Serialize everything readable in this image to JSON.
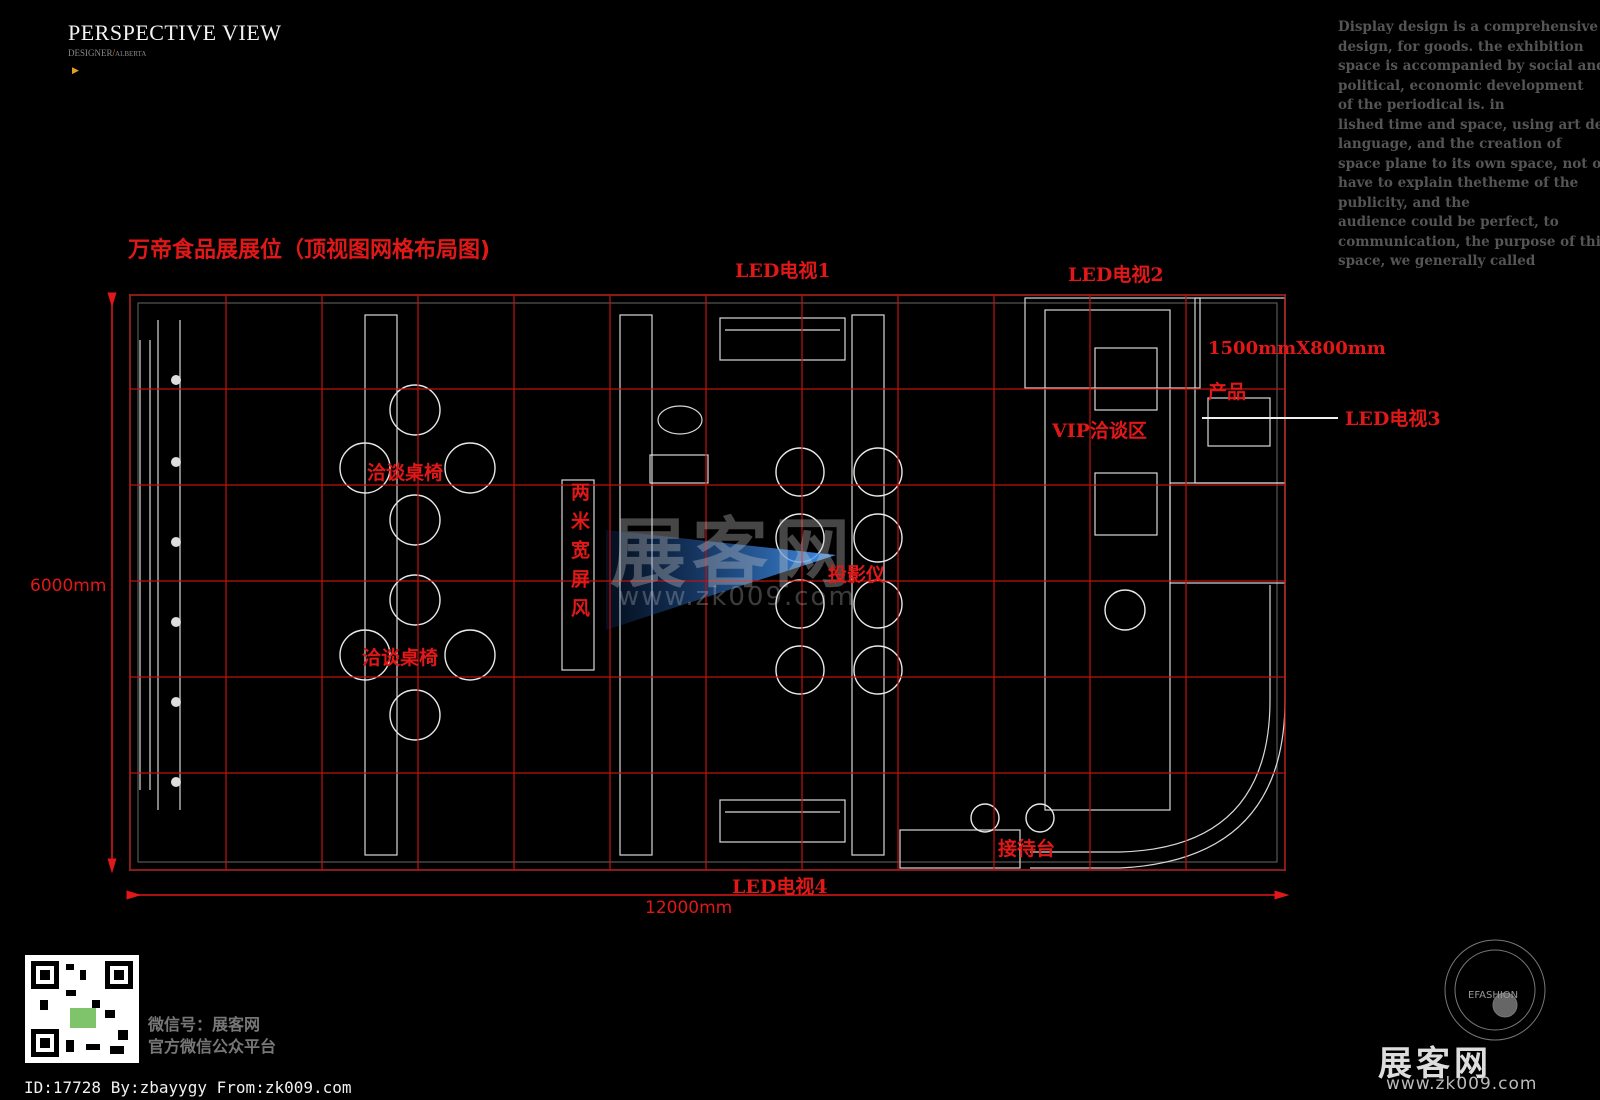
{
  "header": {
    "title": "PERSPECTIVE VIEW",
    "designer_label": "DESIGNER",
    "designer_name": "ALBERTA"
  },
  "blurb_lines": [
    "Display design is a comprehensive",
    "design, for goods. the exhibition",
    "space is accompanied by social and",
    "political, economic development",
    "of the periodical is. in",
    "lished time and space, using art design",
    "language, and the creation of",
    "space plane to its own space, not only",
    "have to explain thetheme of the",
    "publicity, and the",
    "audience could be perfect, to",
    "communication, the purpose of this",
    "space, we generally called"
  ],
  "plan": {
    "title": "万帝食品展展位（顶视图网格布局图)",
    "width_dim": "12000mm",
    "height_dim": "6000mm",
    "labels": {
      "led_tv_1": "LED电视1",
      "led_tv_2": "LED电视2",
      "led_tv_3": "LED电视3",
      "led_tv_4": "LED电视4",
      "product_size": "1500mmX800mm",
      "product": "产品",
      "vip_area": "VIP洽谈区",
      "negotiation_1": "洽谈桌椅",
      "negotiation_2": "洽谈桌椅",
      "screen": "两米宽屏风",
      "projector": "投影仪",
      "reception": "接待台"
    },
    "accent_color": "#e01818"
  },
  "watermark": {
    "text": "展客网",
    "url": "www.zk009.com"
  },
  "footer": {
    "id_line": "ID:17728 By:zbayygy From:zk009.com",
    "wechat_line1": "微信号：展客网",
    "wechat_line2": "官方微信公众平台",
    "brand": "展客网",
    "brand_url": "www.zk009.com",
    "seal_text": "EFASHION"
  }
}
